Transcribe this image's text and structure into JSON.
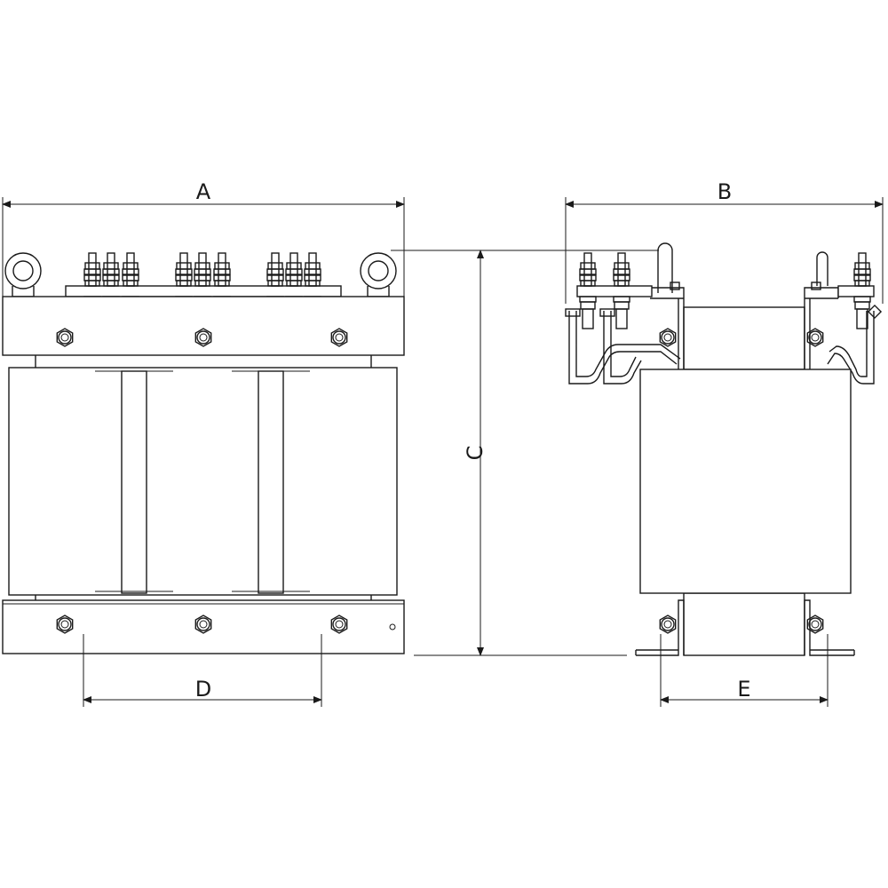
{
  "diagram": {
    "dimension_labels": {
      "a": "A",
      "b": "B",
      "c": "C",
      "d": "D",
      "e": "E"
    },
    "colors": {
      "line": "#1a1a1a",
      "background": "#ffffff"
    }
  }
}
